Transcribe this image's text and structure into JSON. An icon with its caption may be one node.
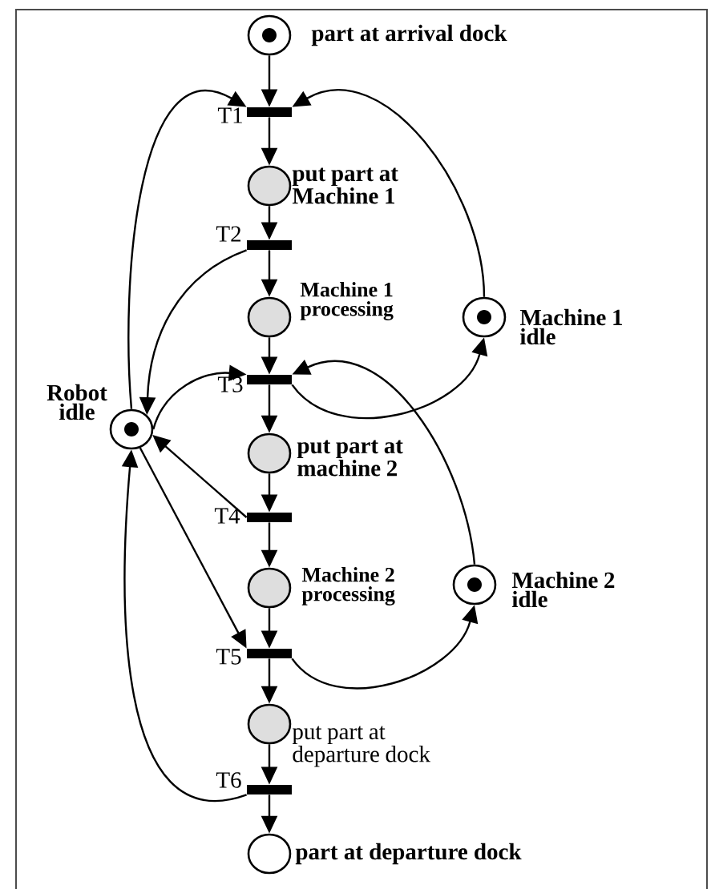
{
  "diagram": {
    "nodes": [
      {
        "text": [
          "part at arrival dock"
        ]
      },
      {
        "text": [
          "T1"
        ]
      },
      {
        "text": [
          "put part at Machine 1"
        ]
      },
      {
        "text": [
          "T2"
        ]
      },
      {
        "text": [
          "Machine 1 processing"
        ]
      },
      {
        "text": [
          "Machine 1 idle"
        ]
      },
      {
        "text": [
          "Robot idle"
        ]
      },
      {
        "text": [
          "T3"
        ]
      },
      {
        "text": [
          "put part at machine 2"
        ]
      },
      {
        "text": [
          "T4"
        ]
      },
      {
        "text": [
          "Machine 2 processing"
        ]
      },
      {
        "text": [
          "Machine 2 idle"
        ]
      },
      {
        "text": [
          "T5"
        ]
      },
      {
        "text": [
          "put part at departure dock"
        ]
      },
      {
        "text": [
          "T6"
        ]
      },
      {
        "text": [
          "part at departure dock"
        ]
      }
    ],
    "edges": [
      {
        "from": 0,
        "to": 1,
        "arrow": "to"
      },
      {
        "from": 6,
        "to": 1,
        "arrow": "to"
      },
      {
        "from": 5,
        "to": 1,
        "arrow": "to"
      },
      {
        "from": 1,
        "to": 2,
        "arrow": "to"
      },
      {
        "from": 2,
        "to": 3,
        "arrow": "to"
      },
      {
        "from": 3,
        "to": 4,
        "arrow": "to"
      },
      {
        "from": 3,
        "to": 6,
        "arrow": "to"
      },
      {
        "from": 4,
        "to": 7,
        "arrow": "to"
      },
      {
        "from": 6,
        "to": 7,
        "arrow": "to"
      },
      {
        "from": 11,
        "to": 7,
        "arrow": "to"
      },
      {
        "from": 7,
        "to": 5,
        "arrow": "to"
      },
      {
        "from": 7,
        "to": 8,
        "arrow": "to"
      },
      {
        "from": 8,
        "to": 9,
        "arrow": "to"
      },
      {
        "from": 9,
        "to": 6,
        "arrow": "to"
      },
      {
        "from": 9,
        "to": 10,
        "arrow": "to"
      },
      {
        "from": 6,
        "to": 12,
        "arrow": "to"
      },
      {
        "from": 10,
        "to": 12,
        "arrow": "to"
      },
      {
        "from": 12,
        "to": 11,
        "arrow": "to"
      },
      {
        "from": 12,
        "to": 13,
        "arrow": "to"
      },
      {
        "from": 13,
        "to": 14,
        "arrow": "to"
      },
      {
        "from": 14,
        "to": 15,
        "arrow": "to"
      },
      {
        "from": 14,
        "to": 6,
        "arrow": "to"
      }
    ]
  }
}
